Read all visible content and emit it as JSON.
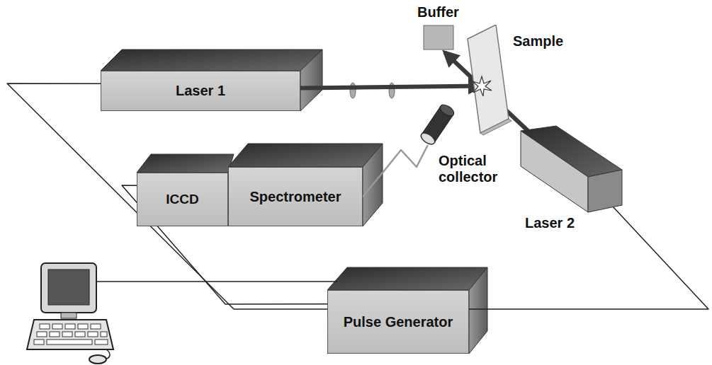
{
  "diagram": {
    "nodes": [
      {
        "text": [
          "Buffer"
        ]
      },
      {
        "text": [
          "Sample"
        ]
      },
      {
        "text": [
          "Laser 1"
        ]
      },
      {
        "text": [
          "Optical collector"
        ]
      },
      {
        "text": [
          "ICCD"
        ]
      },
      {
        "text": [
          "Spectrometer"
        ]
      },
      {
        "text": [
          "Laser 2"
        ]
      },
      {
        "text": [
          "Pulse Generator"
        ]
      }
    ],
    "edges": [
      {
        "from": 2,
        "to": 1,
        "arrow": "to"
      },
      {
        "from": 6,
        "to": 0,
        "arrow": "to"
      },
      {
        "from": 3,
        "to": 5,
        "arrow": "none"
      },
      {
        "from": 2,
        "to": 7,
        "arrow": "none"
      },
      {
        "from": 4,
        "to": 7,
        "arrow": "none"
      },
      {
        "from": 6,
        "to": 7,
        "arrow": "none"
      }
    ]
  }
}
